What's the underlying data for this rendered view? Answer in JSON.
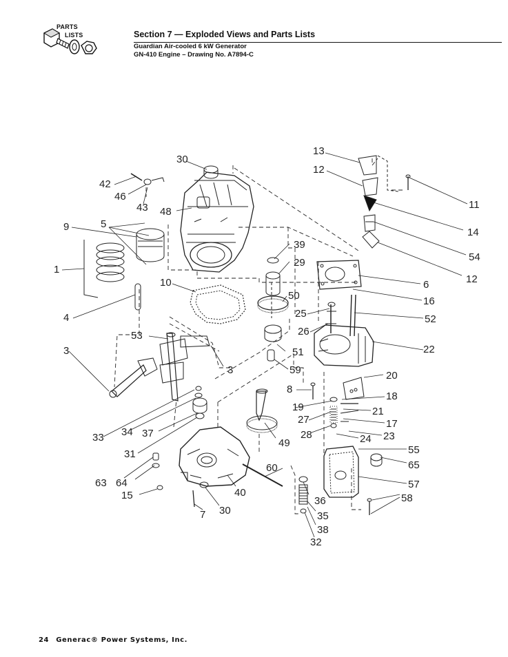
{
  "logo": {
    "line1": "PARTS",
    "line2": "LISTS"
  },
  "header": {
    "section_title": "Section 7 — Exploded Views and Parts Lists",
    "subtitle1": "Guardian Air-cooled 6 kW Generator",
    "subtitle2": "GN-410 Engine – Drawing No. A7894-C"
  },
  "callouts": [
    "30",
    "13",
    "12",
    "11",
    "42",
    "46",
    "43",
    "48",
    "9",
    "5",
    "14",
    "54",
    "12",
    "39",
    "29",
    "1",
    "6",
    "10",
    "16",
    "50",
    "4",
    "25",
    "52",
    "26",
    "53",
    "22",
    "3",
    "51",
    "3",
    "59",
    "20",
    "8",
    "18",
    "19",
    "21",
    "27",
    "17",
    "28",
    "24",
    "23",
    "33",
    "34",
    "37",
    "49",
    "31",
    "55",
    "65",
    "60",
    "63",
    "64",
    "57",
    "40",
    "15",
    "36",
    "58",
    "7",
    "30",
    "35",
    "38",
    "32"
  ],
  "footer": {
    "page": "24",
    "publisher": "Generac® Power Systems, Inc."
  }
}
